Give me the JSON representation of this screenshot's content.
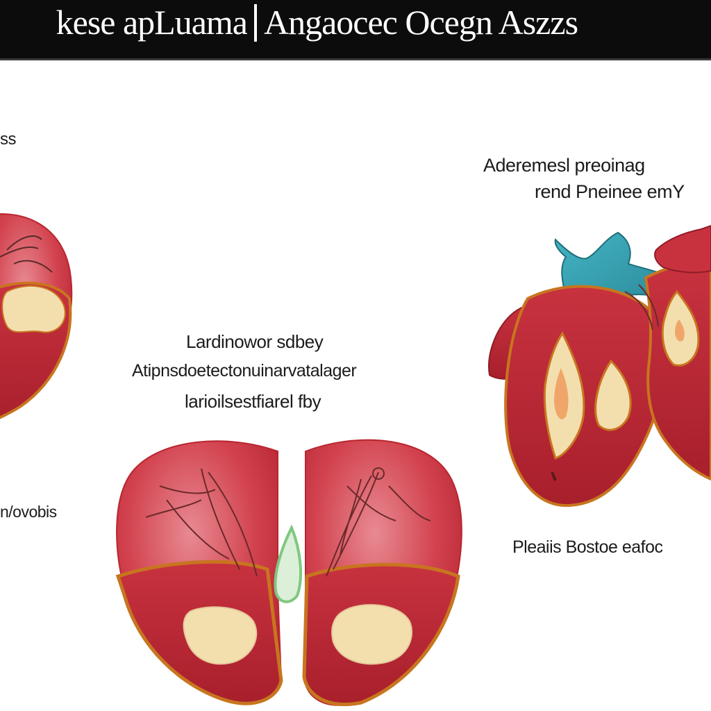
{
  "header": {
    "title_left": "kese apLuama",
    "title_right": "Angaocec Ocegn Aszzs"
  },
  "labels": {
    "left_top": "ss",
    "left_bottom": "n/ovobis",
    "right_top_line1": "Aderemesl preoinag",
    "right_top_line2": "rend Pneinee emY",
    "center_line1": "Lardinowor sdbey",
    "center_line2": "Atipnsdoetectonuinarvatalager",
    "center_line3": "larioilsestfiarel fby",
    "right_bottom": "Pleaiis Bostoe eafoc"
  },
  "colors": {
    "heart_red": "#c9303d",
    "heart_light": "#e67a83",
    "outline_orange": "#c8751f",
    "chamber_cream": "#f3dfae",
    "vessel_teal": "#3aa2b3",
    "septum_green": "#7fc87f",
    "banner_black": "#0c0c0c"
  }
}
